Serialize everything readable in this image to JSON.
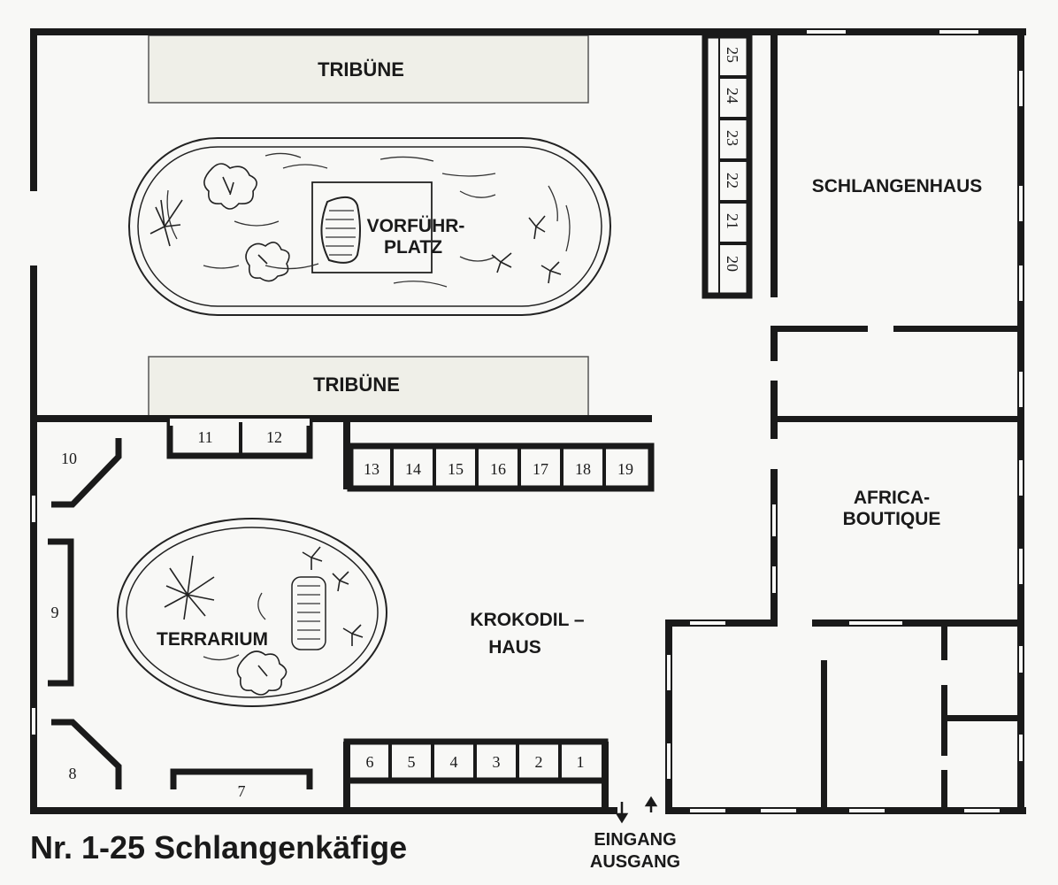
{
  "areas": {
    "tribune_top": "TRIBÜNE",
    "tribune_bottom": "TRIBÜNE",
    "vorfuhrplatz_line1": "VORFÜHR-",
    "vorfuhrplatz_line2": "PLATZ",
    "schlangenhaus": "SCHLANGENHAUS",
    "africa_line1": "AFRICA-",
    "africa_line2": "BOUTIQUE",
    "terrarium": "TERRARIUM",
    "krokodil_line1": "KROKODIL –",
    "krokodil_line2": "HAUS"
  },
  "cages": {
    "c1": "1",
    "c2": "2",
    "c3": "3",
    "c4": "4",
    "c5": "5",
    "c6": "6",
    "c7": "7",
    "c8": "8",
    "c9": "9",
    "c10": "10",
    "c11": "11",
    "c12": "12",
    "c13": "13",
    "c14": "14",
    "c15": "15",
    "c16": "16",
    "c17": "17",
    "c18": "18",
    "c19": "19",
    "c20": "20",
    "c21": "21",
    "c22": "22",
    "c23": "23",
    "c24": "24",
    "c25": "25"
  },
  "legend": "Nr. 1-25 Schlangenkäfige",
  "entrance_line1": "EINGANG",
  "entrance_line2": "AUSGANG",
  "colors": {
    "wall": "#1a1a1a",
    "tribune_fill": "#efefe8",
    "background": "#f8f8f6"
  }
}
